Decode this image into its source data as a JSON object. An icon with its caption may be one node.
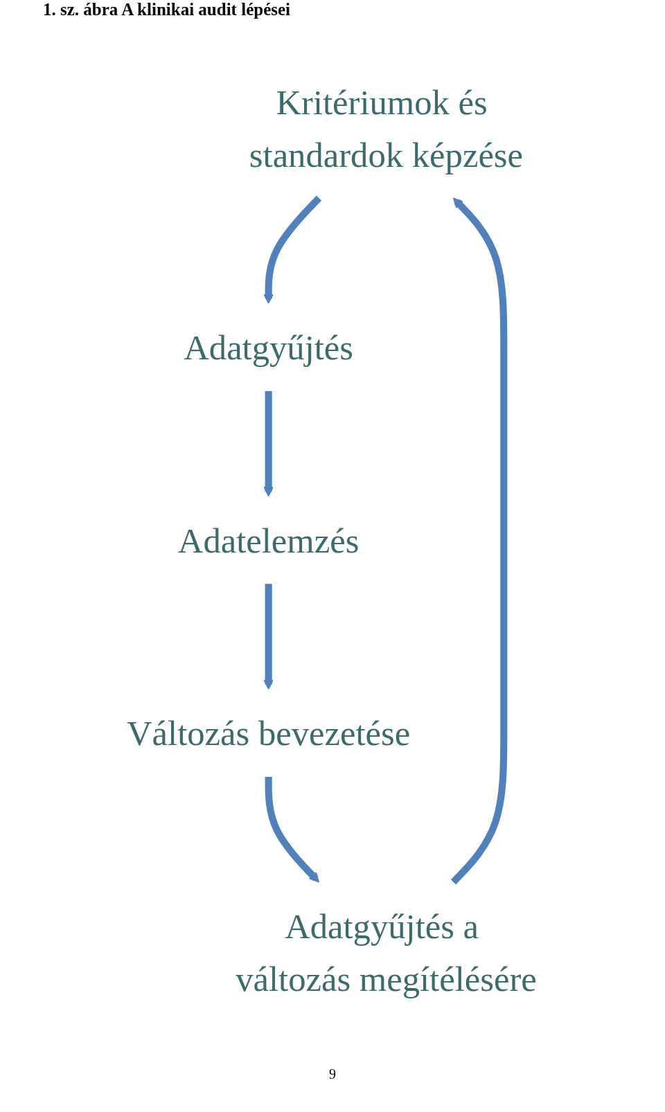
{
  "diagram": {
    "title": "1. sz. ábra A klinikai audit lépései",
    "nodes": [
      {
        "text": [
          "Kritériumok és standardok képzése"
        ]
      },
      {
        "text": [
          "Adatgyűjtés"
        ]
      },
      {
        "text": [
          "Adatelemzés"
        ]
      },
      {
        "text": [
          "Változás bevezetése"
        ]
      },
      {
        "text": [
          "Adatgyűjtés a változás megítélésére"
        ]
      }
    ],
    "edges": [
      {
        "from": 0,
        "to": 1,
        "arrow": "to"
      },
      {
        "from": 1,
        "to": 2,
        "arrow": "to"
      },
      {
        "from": 2,
        "to": 3,
        "arrow": "to"
      },
      {
        "from": 3,
        "to": 4,
        "arrow": "to"
      },
      {
        "from": 4,
        "to": 0,
        "arrow": "to"
      }
    ],
    "labels": [
      "9"
    ]
  }
}
